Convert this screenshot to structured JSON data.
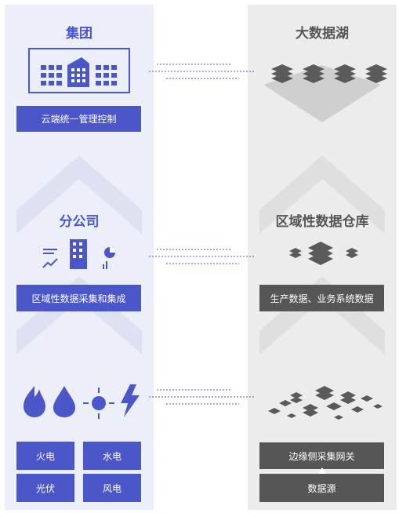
{
  "left": {
    "titles": {
      "group": "集团",
      "branch": "分公司"
    },
    "labels": {
      "cloud": "云端统一管理控制",
      "regional": "区域性数据采集和集成"
    },
    "energy": [
      "火电",
      "水电",
      "光伏",
      "风电"
    ]
  },
  "right": {
    "titles": {
      "lake": "大数据湖",
      "warehouse": "区域性数据仓库"
    },
    "labels": {
      "production": "生产数据、业务系统数据",
      "gateway": "边缘侧采集网关",
      "source": "数据源"
    }
  },
  "colors": {
    "blue": "#4b57c8",
    "gray": "#565656",
    "left_bg": "#eceff9",
    "right_bg": "#ececec"
  },
  "icons": [
    "building-icon",
    "office-tower-icon",
    "chart-icons",
    "fire-icon",
    "water-drop-icon",
    "sun-icon",
    "lightning-icon",
    "data-layers-icon"
  ]
}
